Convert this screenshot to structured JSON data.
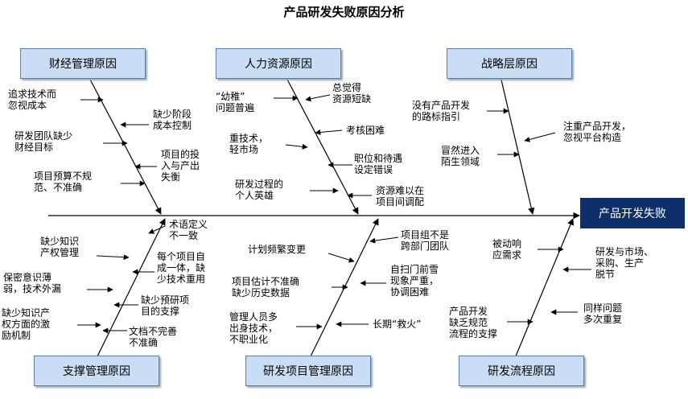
{
  "title": "产品研发失败原因分析",
  "head": "产品开发失败",
  "categories": {
    "finance": "财经管理原因",
    "hr": "人力资源原因",
    "strategy": "战略层原因",
    "support": "支撑管理原因",
    "project": "研发项目管理原因",
    "process": "研发流程原因"
  },
  "causes": {
    "f1": "追求技术而\n忽视成本",
    "f2": "缺少阶段\n成本控制",
    "f3": "研发团队缺少\n财经目标",
    "f4": "项目的投\n入与产出\n失衡",
    "f5": "项目预算不规\n范、不准确",
    "h1": "“幼稚”\n问题普遍",
    "h2": "总觉得\n资源短缺",
    "h3": "考核困难",
    "h4": "重技术，\n轻市场",
    "h5": "职位和待遇\n设定错误",
    "h6": "研发过程的\n个人英雄",
    "h7": "资源难以在\n项目间调配",
    "s1": "没有产品开发\n的路标指引",
    "s2": "注重产品开发，\n忽视平台构造",
    "s3": "冒然进入\n陌生领域",
    "u1": "术语定义\n不一致",
    "u2": "缺少知识\n产权管理",
    "u3": "每个项目自\n成一体，缺\n少技术重用",
    "u4": "保密意识薄\n弱，技术外漏",
    "u5": "缺少预研项\n目的支撑",
    "u6": "缺少知识产\n权方面的激\n励机制",
    "u7": "文档不完善\n不准确",
    "p1": "计划频繁变更",
    "p2": "项目组不是\n跨部门团队",
    "p3": "项目估计不准确\n缺少历史数据",
    "p4": "自扫门前雪\n现象严重，\n协调困难",
    "p5": "管理人员多\n出身技术，\n不职业化",
    "p6": "长期“救火”",
    "r1": "被动响\n应需求",
    "r2": "研发与市场、\n采购、生产\n脱节",
    "r3": "同样问题\n多次重复",
    "r4": "产品开发\n缺乏规范\n流程的支撑"
  }
}
